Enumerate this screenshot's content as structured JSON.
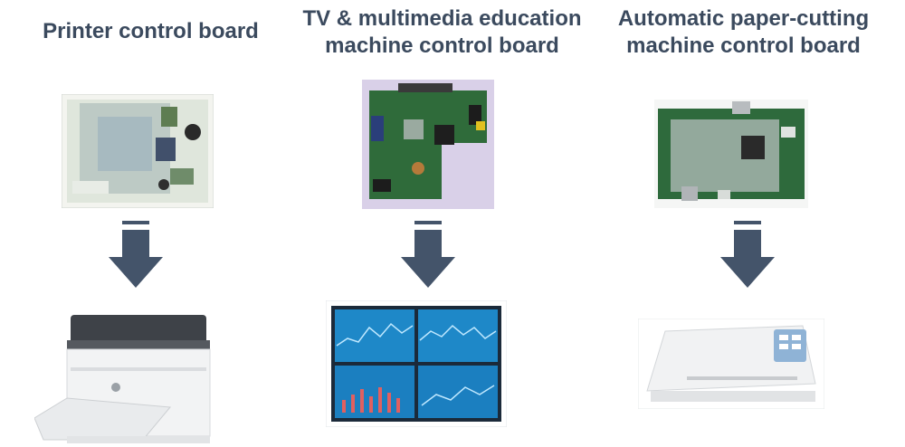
{
  "columns": [
    {
      "title": "Printer control board",
      "board_icon": "circuit-board",
      "product_icon": "laser-printer"
    },
    {
      "title": "TV & multimedia education\nmachine control board",
      "board_icon": "circuit-board",
      "product_icon": "video-wall-display"
    },
    {
      "title": "Automatic paper-cutting\nmachine control board",
      "board_icon": "circuit-board",
      "product_icon": "paper-cutting-machine"
    }
  ],
  "colors": {
    "title": "#3b4a5e",
    "arrow": "#44546a",
    "board_green": "#2f6b3a"
  }
}
